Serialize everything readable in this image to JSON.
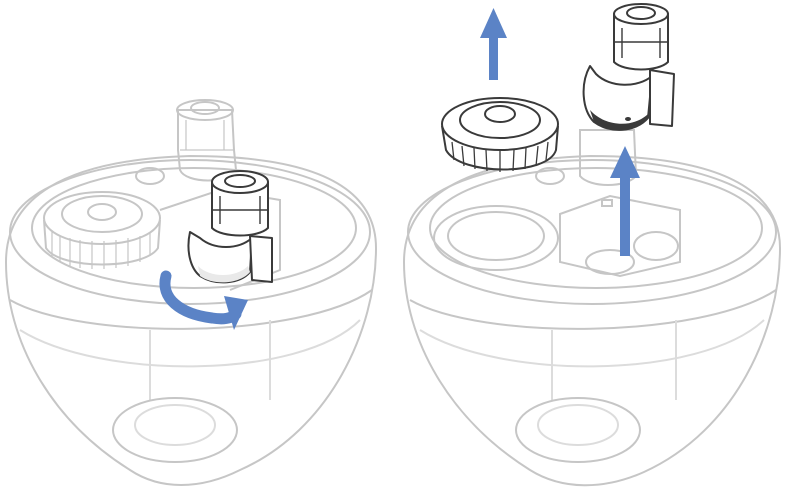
{
  "colors": {
    "body_outline": "#c6c6c6",
    "body_outline_light": "#dcdcdc",
    "part_outline": "#3a3a3a",
    "part_fill": "#ffffff",
    "part_shade": "#e9e9e9",
    "arrow": "#5b83c6",
    "background": "#ffffff"
  },
  "steps": [
    {
      "id": "step-1",
      "arrow": "rotate-arrow-icon",
      "action": "rotate-nozzle"
    },
    {
      "id": "step-2",
      "arrows": [
        "up-arrow-icon",
        "up-arrow-icon"
      ],
      "action": "lift-cap-and-nozzle"
    }
  ]
}
